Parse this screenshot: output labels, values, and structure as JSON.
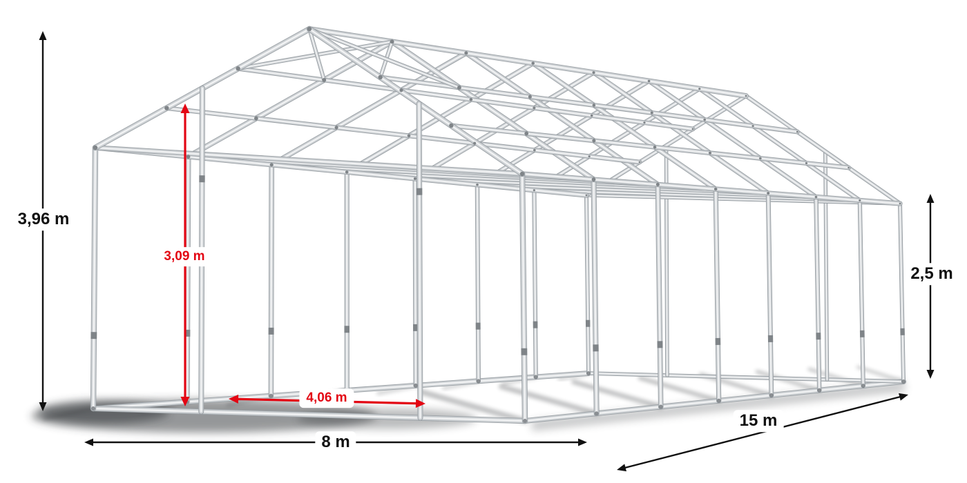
{
  "diagram": {
    "title": "Tent frame dimension drawing",
    "colors": {
      "dimension_text": "#111111",
      "accent_red": "#e30613",
      "tube_dark": "#999fa4",
      "tube_mid": "#cdd1d4",
      "tube_light": "#f2f3f4",
      "clamp": "#7f8488",
      "shadow": "#2e3134",
      "background": "#ffffff"
    },
    "dimensions": {
      "total_height": {
        "label": "3,96 m",
        "color_role": "black"
      },
      "entrance_height": {
        "label": "3,09 m",
        "color_role": "red"
      },
      "entrance_width": {
        "label": "4,06 m",
        "color_role": "red"
      },
      "width": {
        "label": "8 m",
        "color_role": "black"
      },
      "length": {
        "label": "15 m",
        "color_role": "black"
      },
      "side_height": {
        "label": "2,5 m",
        "color_role": "black"
      }
    }
  }
}
